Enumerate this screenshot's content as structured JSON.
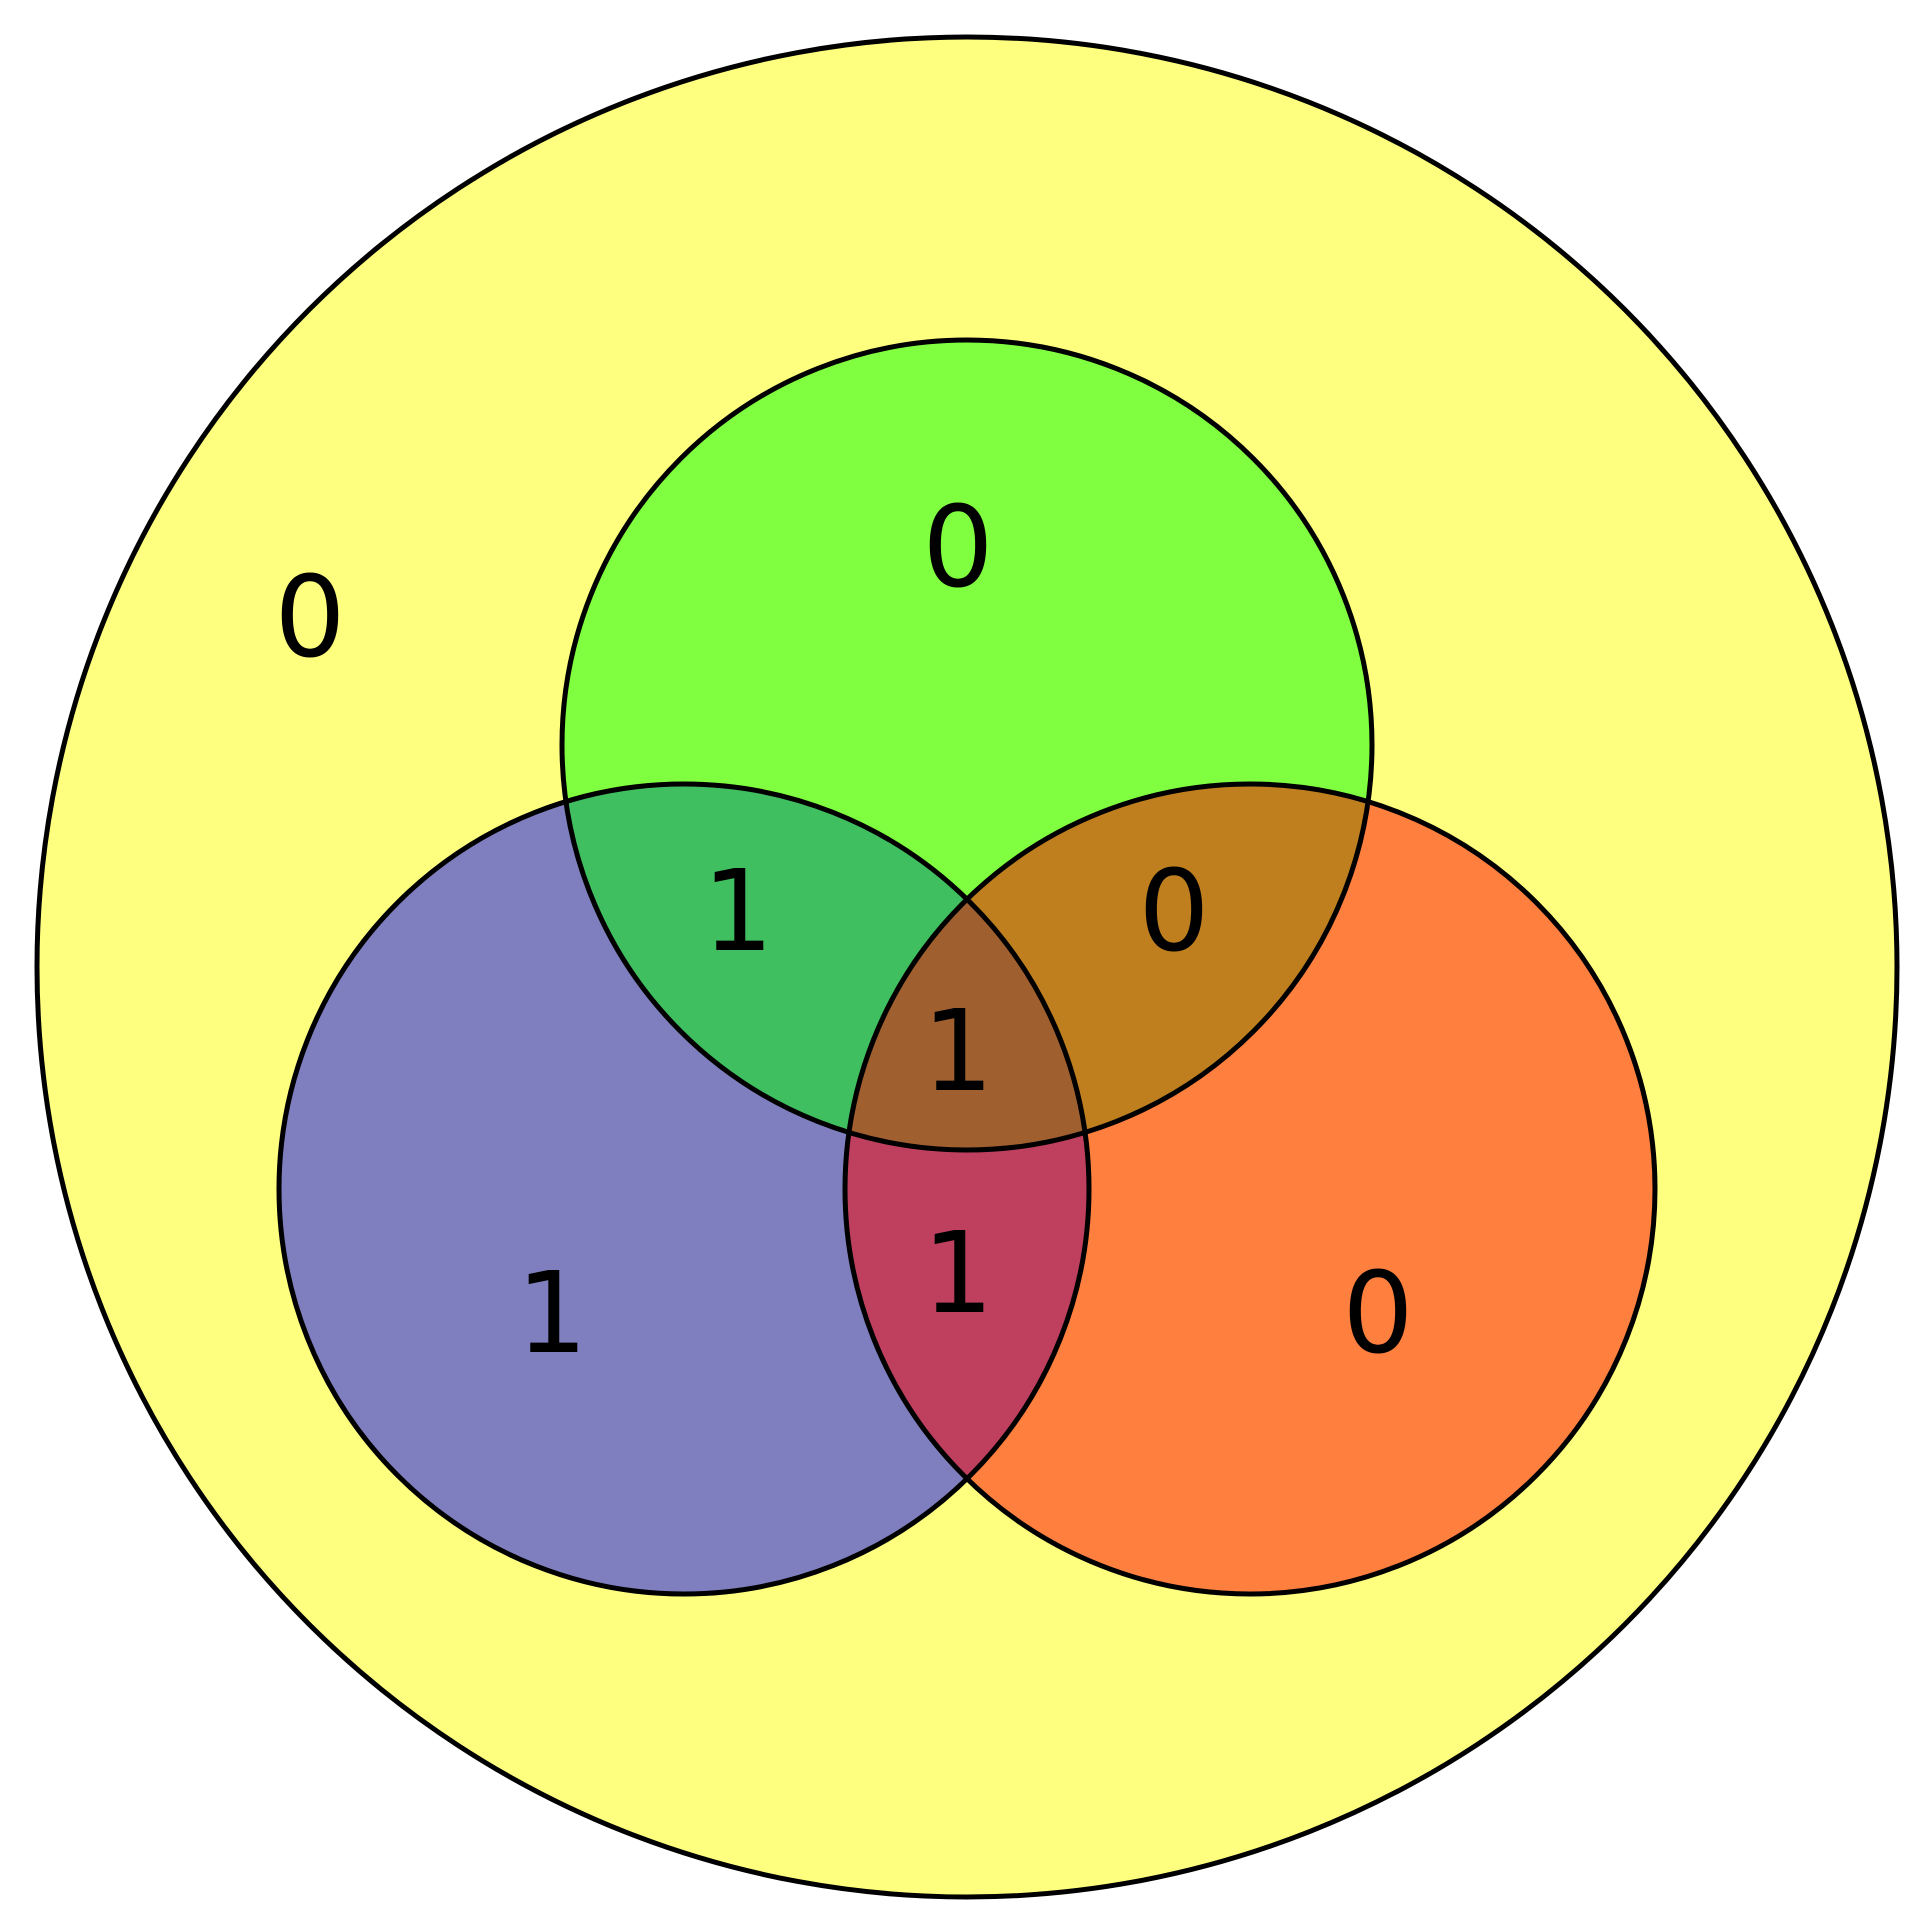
{
  "diagram": {
    "type": "venn-3-set",
    "colors": {
      "universe": "#ffff7f",
      "only_top": "#7fff3f",
      "only_left": "#7f7fbf",
      "only_right": "#ff7f3f",
      "top_left": "#3fbf5f",
      "top_right": "#bf7f1f",
      "left_right": "#bf3f5f",
      "center": "#9f5f2f",
      "outline": "#000000"
    },
    "regions": {
      "outside": "0",
      "only_top": "0",
      "only_left": "1",
      "only_right": "0",
      "top_left": "1",
      "top_right": "0",
      "left_right": "1",
      "center": "1"
    }
  }
}
